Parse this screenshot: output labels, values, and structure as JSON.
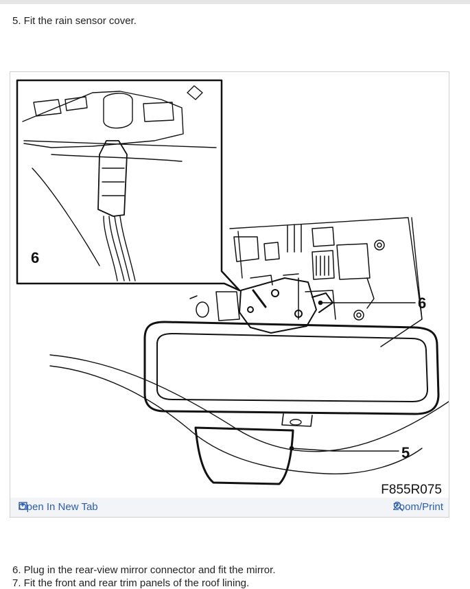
{
  "steps": {
    "step5": "5. Fit the rain sensor cover.",
    "step6": "6. Plug in the rear-view mirror connector and fit the mirror.",
    "step7_partial": "7. Fit the front and rear trim panels of the roof lining."
  },
  "figure": {
    "code": "F855R075",
    "callouts": {
      "inset": "6",
      "connector": "6",
      "cover": "5"
    }
  },
  "toolbar": {
    "open_new_tab": "Open In New Tab",
    "zoom_print": "Zoom/Print",
    "open_icon": "external-link-icon",
    "zoom_icon": "magnifier-icon"
  },
  "colors": {
    "link": "#2a5db0",
    "line_art": "#111111"
  }
}
